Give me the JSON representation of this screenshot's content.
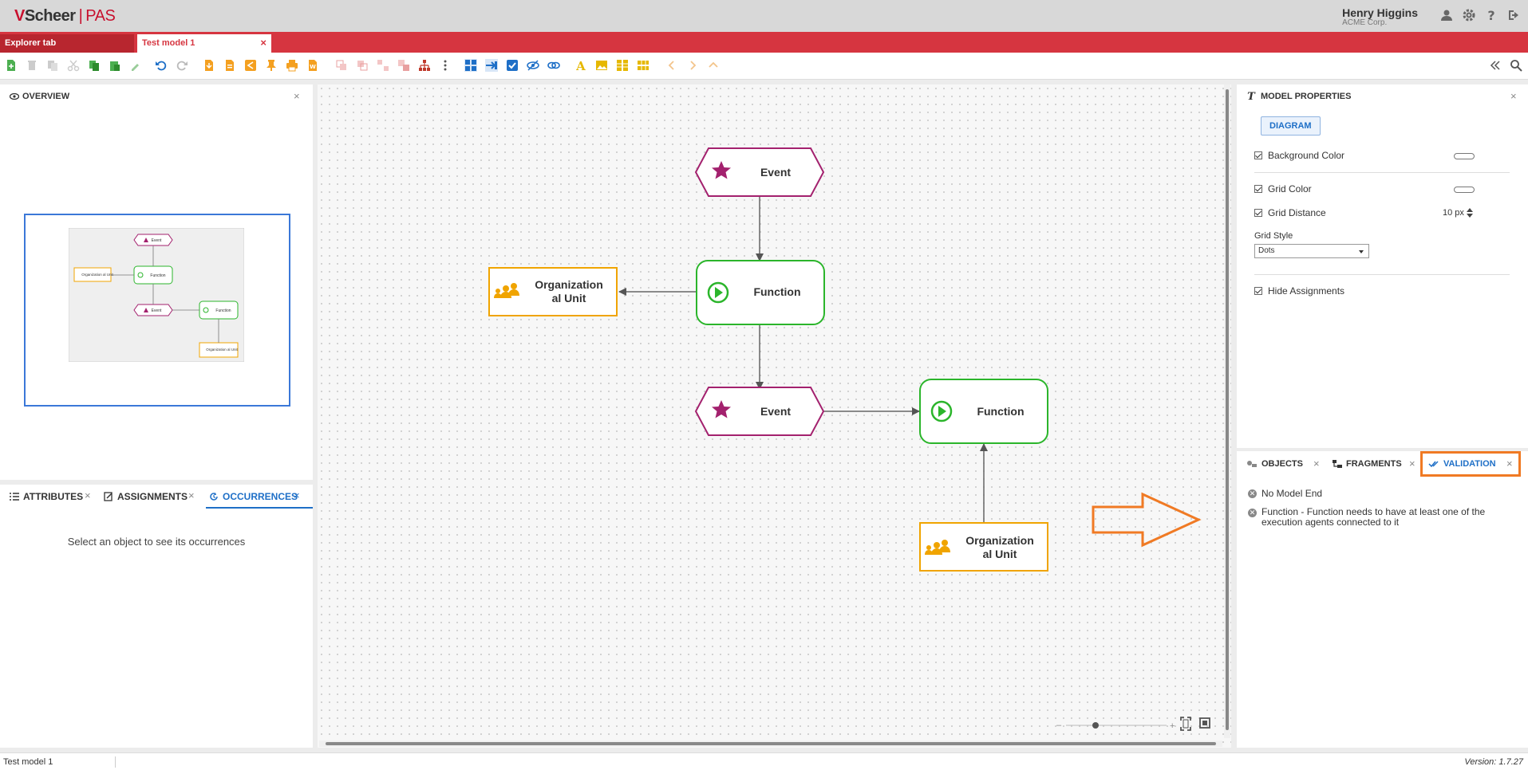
{
  "header": {
    "logo_v": "V",
    "logo_brand": "Scheer",
    "logo_sep": "|",
    "logo_product": "PAS",
    "user_name": "Henry Higgins",
    "user_org": "ACME Corp."
  },
  "tabs": {
    "explorer": "Explorer tab",
    "model": "Test model 1",
    "close": "×"
  },
  "overview": {
    "title": "OVERVIEW",
    "close": "×"
  },
  "bottom_left": {
    "tabs": [
      "ATTRIBUTES",
      "ASSIGNMENTS",
      "OCCURRENCES"
    ],
    "close": "×",
    "hint": "Select an object to see its occurrences"
  },
  "diagram": {
    "event1": "Event",
    "function1": "Function",
    "org1_line1": "Organization",
    "org1_line2": "al Unit",
    "event2": "Event",
    "function2": "Function",
    "org2_line1": "Organization",
    "org2_line2": "al Unit",
    "zoom_minus": "–",
    "zoom_plus": "+"
  },
  "thumbnail": {
    "event": "Event",
    "function": "Function",
    "org": "Organization al Unit"
  },
  "properties": {
    "title": "MODEL PROPERTIES",
    "close": "×",
    "diagram_button": "DIAGRAM",
    "background_color": "Background Color",
    "grid_color": "Grid Color",
    "grid_distance": "Grid Distance",
    "grid_distance_value": "10",
    "grid_distance_unit": "px",
    "grid_style_label": "Grid Style",
    "grid_style_value": "Dots",
    "hide_assignments": "Hide Assignments"
  },
  "validation_panel": {
    "tabs": [
      "OBJECTS",
      "FRAGMENTS",
      "VALIDATION"
    ],
    "close": "×",
    "messages": [
      "No Model End",
      "Function - Function needs to have at least one of the execution agents connected to it"
    ]
  },
  "status": {
    "model": "Test model 1",
    "version": "Version: 1.7.27"
  },
  "colors": {
    "brand_red": "#d63540",
    "event": "#a3216e",
    "function": "#2bb52b",
    "org": "#f0a400",
    "highlight": "#f07a24",
    "active_tab": "#1e6fc7"
  }
}
